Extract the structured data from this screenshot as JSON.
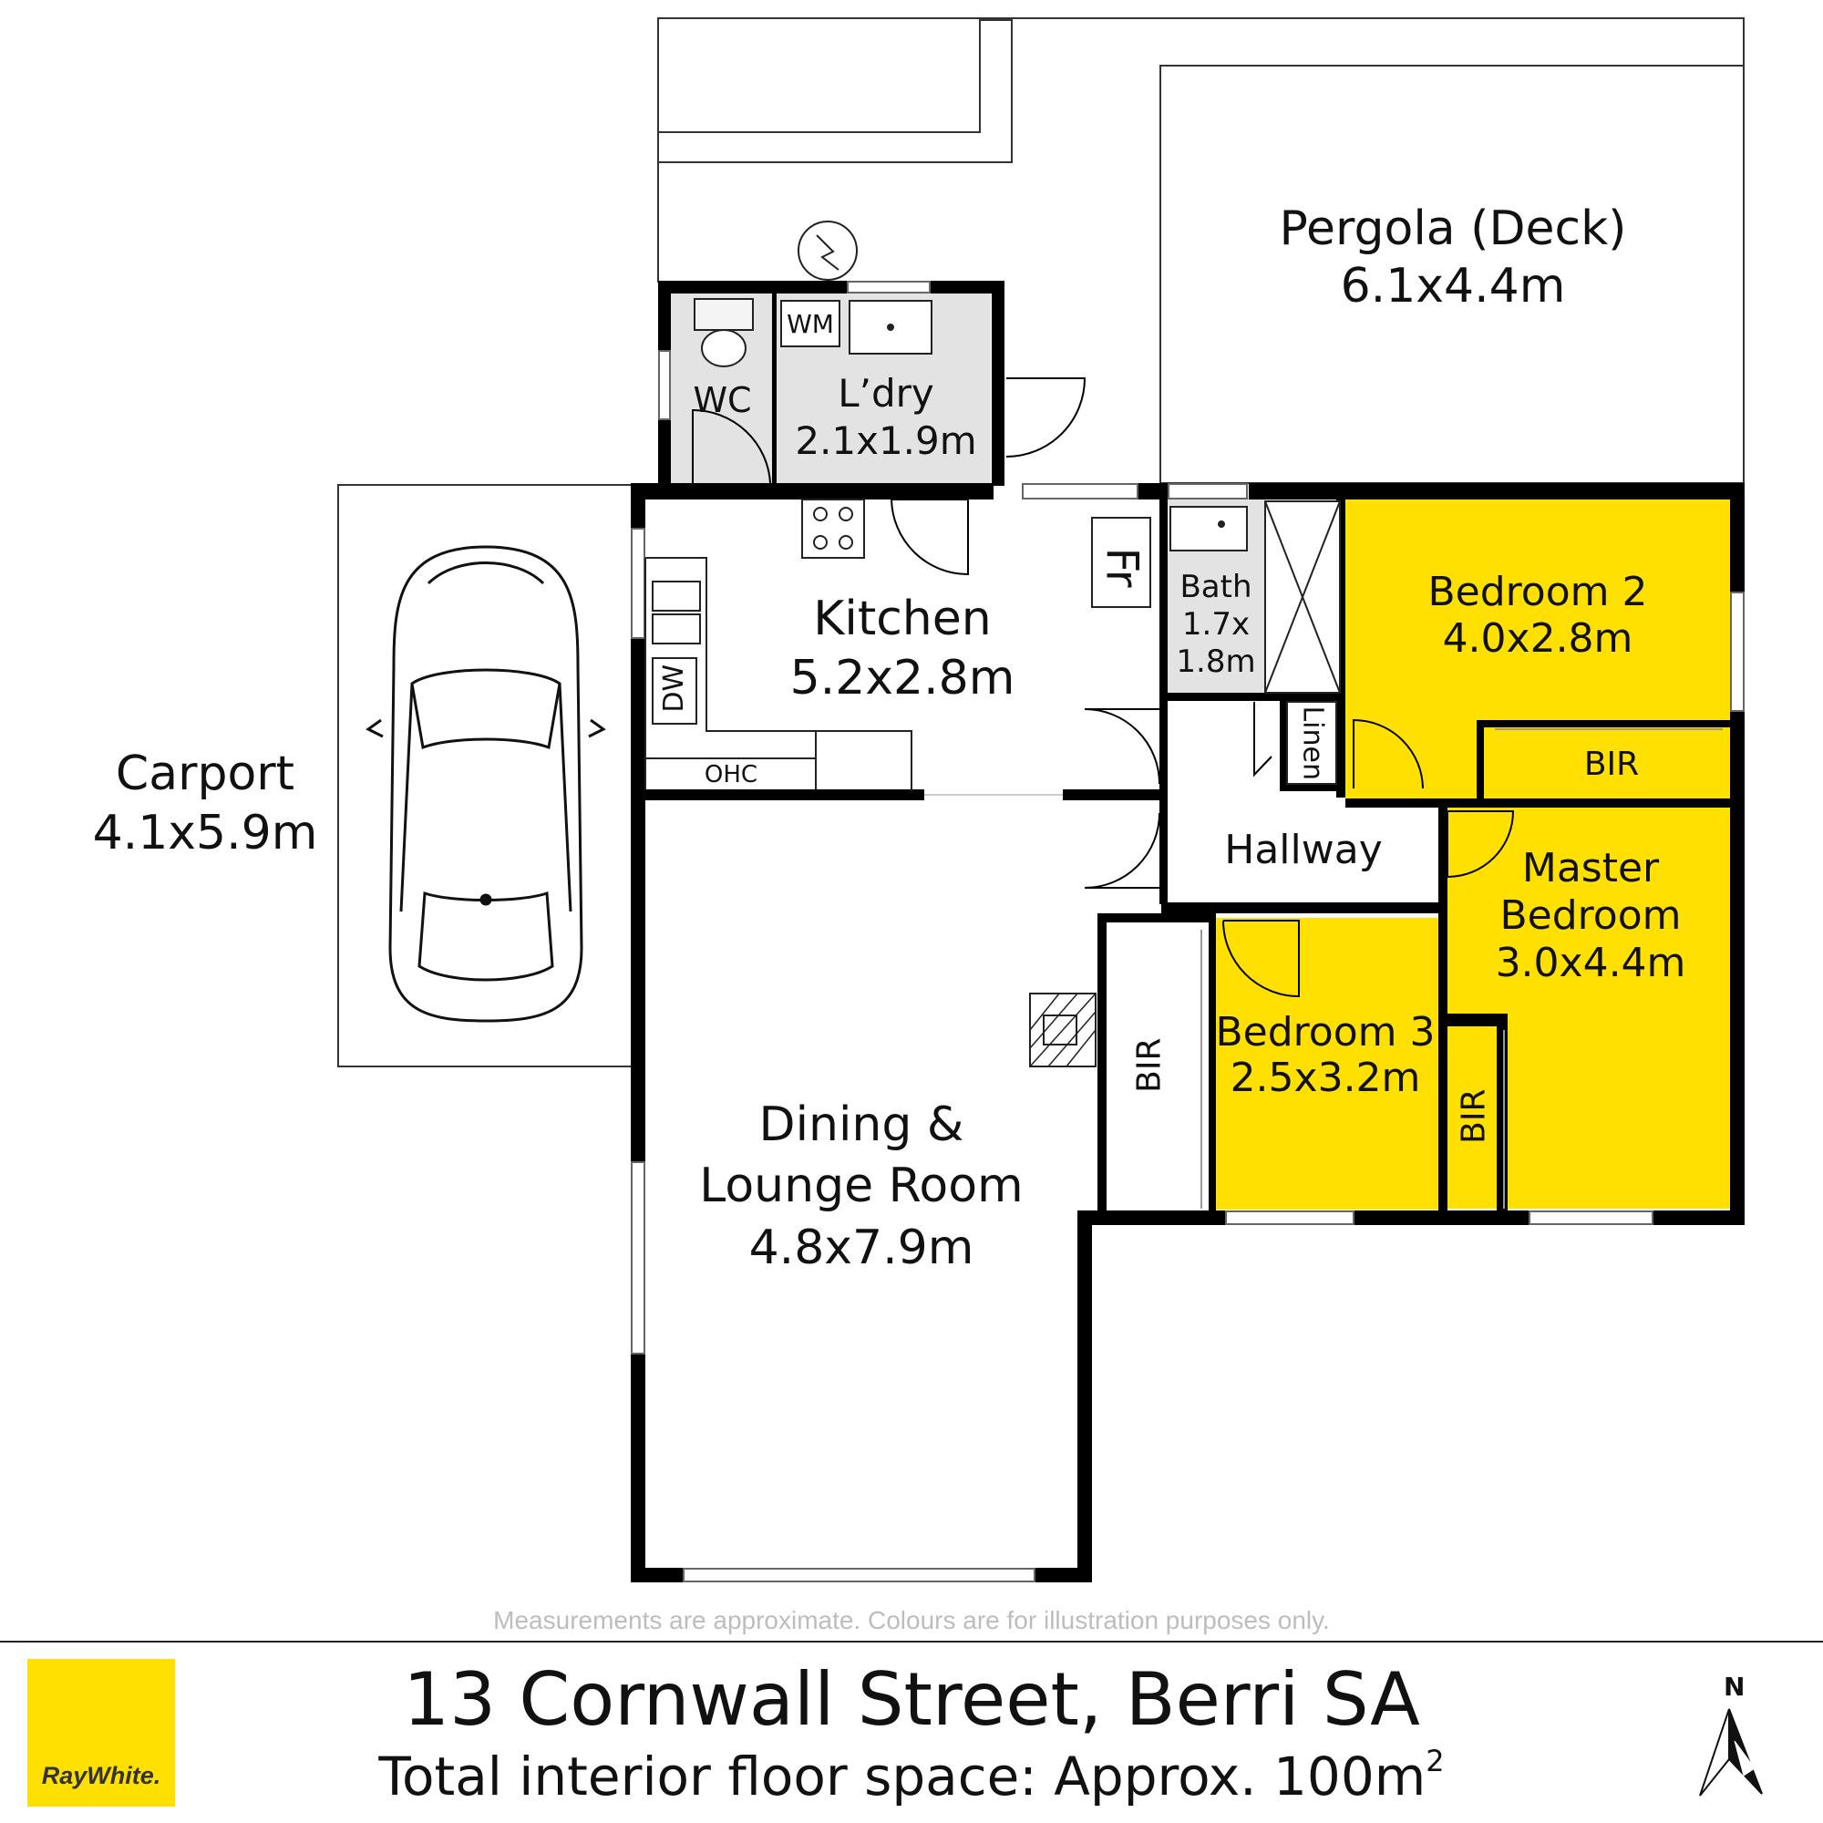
{
  "rooms": {
    "pergola": {
      "name": "Pergola (Deck)",
      "size": "6.1x4.4m"
    },
    "laundry": {
      "name": "L’dry",
      "size": "2.1x1.9m"
    },
    "wc": {
      "name": "WC"
    },
    "wm": {
      "name": "WM"
    },
    "carport": {
      "name": "Carport",
      "size": "4.1x5.9m"
    },
    "kitchen": {
      "name": "Kitchen",
      "size": "5.2x2.8m"
    },
    "fridge": {
      "name": "Fr"
    },
    "dishwasher": {
      "name": "DW"
    },
    "ohc": {
      "name": "OHC"
    },
    "bath": {
      "name": "Bath",
      "size_line1": "1.7x",
      "size_line2": "1.8m"
    },
    "linen": {
      "name": "Linen"
    },
    "bedroom2": {
      "name": "Bedroom 2",
      "size": "4.0x2.8m"
    },
    "bir_bed2": {
      "name": "BIR"
    },
    "hallway": {
      "name": "Hallway"
    },
    "master": {
      "name_line1": "Master",
      "name_line2": "Bedroom",
      "size": "3.0x4.4m"
    },
    "bedroom3": {
      "name": "Bedroom 3",
      "size": "2.5x3.2m"
    },
    "bir_bed3": {
      "name": "BIR"
    },
    "bir_master": {
      "name": "BIR"
    },
    "dining": {
      "name_line1": "Dining &",
      "name_line2": "Lounge Room",
      "size": "4.8x7.9m"
    }
  },
  "footer": {
    "disclaimer": "Measurements are approximate. Colours are for illustration purposes only.",
    "address": "13 Cornwall Street, Berri SA",
    "floor_space": "Total interior floor space: Approx. 100m",
    "floor_space_sup": "2",
    "logo_text": "RayWhite.",
    "compass_label": "N"
  },
  "colors": {
    "bedroom_fill": "#FFE000",
    "wet_area_fill": "#E3E3E3",
    "wall": "#000000",
    "logo_bg": "#FFE000"
  }
}
